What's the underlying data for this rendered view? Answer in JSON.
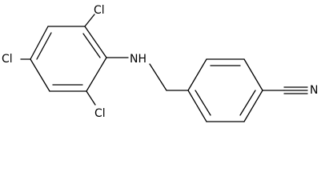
{
  "atoms": {
    "cl_top": "Cl",
    "cl_left": "Cl",
    "cl_bottom": "Cl",
    "nh": "NH",
    "n_nitrile": "N"
  }
}
